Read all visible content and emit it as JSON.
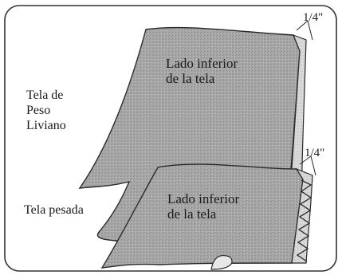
{
  "top_panel": {
    "measure": "1/4\"",
    "fabric_text_line1": "Lado inferior",
    "fabric_text_line2": "de la tela",
    "side_label_line1": "Tela de",
    "side_label_line2": "Peso",
    "side_label_line3": "Liviano"
  },
  "bottom_panel": {
    "measure": "1/4\"",
    "fabric_text_line1": "Lado inferior",
    "fabric_text_line2": "de la tela",
    "side_label": "Tela pesada"
  },
  "colors": {
    "frame": "#333333",
    "fabric_fill": "#a9a9a9",
    "fabric_light": "#d9d9d9",
    "ink": "#1a1a1a"
  }
}
